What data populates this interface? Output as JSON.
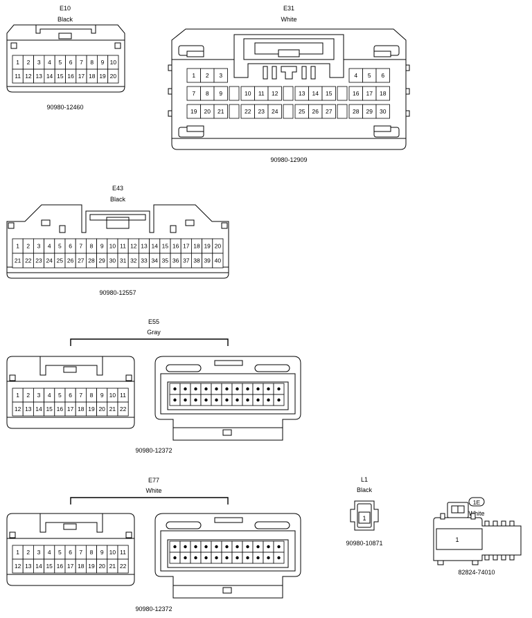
{
  "connectors": {
    "e10": {
      "id": "E10",
      "color": "Black",
      "part": "90980-12460",
      "rows": [
        [
          "1",
          "2",
          "3",
          "4",
          "5",
          "6",
          "7",
          "8",
          "9",
          "10"
        ],
        [
          "11",
          "12",
          "13",
          "14",
          "15",
          "16",
          "17",
          "18",
          "19",
          "20"
        ]
      ]
    },
    "e31": {
      "id": "E31",
      "color": "White",
      "part": "90980-12909",
      "rows": [
        [
          "1",
          "2",
          "3",
          "4",
          "5",
          "6"
        ],
        [
          "7",
          "8",
          "9",
          "10",
          "11",
          "12",
          "13",
          "14",
          "15",
          "16",
          "17",
          "18"
        ],
        [
          "19",
          "20",
          "21",
          "22",
          "23",
          "24",
          "25",
          "26",
          "27",
          "28",
          "29",
          "30"
        ]
      ]
    },
    "e43": {
      "id": "E43",
      "color": "Black",
      "part": "90980-12557",
      "rows": [
        [
          "1",
          "2",
          "3",
          "4",
          "5",
          "6",
          "7",
          "8",
          "9",
          "10",
          "11",
          "12",
          "13",
          "14",
          "15",
          "16",
          "17",
          "18",
          "19",
          "20"
        ],
        [
          "21",
          "22",
          "23",
          "24",
          "25",
          "26",
          "27",
          "28",
          "29",
          "30",
          "31",
          "32",
          "33",
          "34",
          "35",
          "36",
          "37",
          "38",
          "39",
          "40"
        ]
      ]
    },
    "e55": {
      "id": "E55",
      "color": "Gray",
      "part": "90980-12372",
      "rows": [
        [
          "1",
          "2",
          "3",
          "4",
          "5",
          "6",
          "7",
          "8",
          "9",
          "10",
          "11"
        ],
        [
          "12",
          "13",
          "14",
          "15",
          "16",
          "17",
          "18",
          "19",
          "20",
          "21",
          "22"
        ]
      ]
    },
    "e77": {
      "id": "E77",
      "color": "White",
      "part": "90980-12372",
      "rows": [
        [
          "1",
          "2",
          "3",
          "4",
          "5",
          "6",
          "7",
          "8",
          "9",
          "10",
          "11"
        ],
        [
          "12",
          "13",
          "14",
          "15",
          "16",
          "17",
          "18",
          "19",
          "20",
          "21",
          "22"
        ]
      ]
    },
    "l1": {
      "id": "L1",
      "color": "Black",
      "part": "90980-10871",
      "pin": "1"
    },
    "c1e": {
      "id": "1E",
      "color": "White",
      "part": "82824-74010",
      "pin": "1"
    }
  }
}
